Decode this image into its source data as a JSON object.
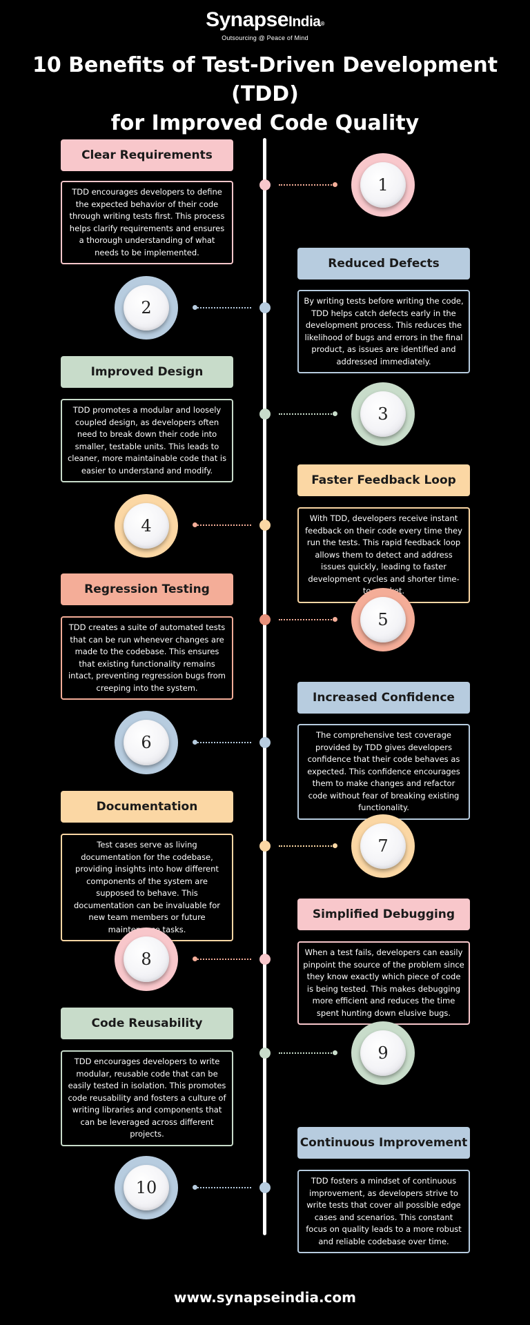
{
  "header": {
    "logo_name": "Synapse",
    "logo_suffix": "India",
    "logo_mark": "®",
    "tagline": "Outsourcing @ Peace of Mind",
    "title_line1": "10 Benefits of Test-Driven Development (TDD)",
    "title_line2": "for Improved Code Quality"
  },
  "colors": {
    "pink": "#f8c7cb",
    "blue": "#b7ccdf",
    "green": "#c8dcca",
    "orange": "#fbd7a4",
    "salmon": "#f4ad98",
    "background": "#000000",
    "spine": "#ffffff"
  },
  "benefits": [
    {
      "number": "1",
      "title": "Clear Requirements",
      "description": "TDD encourages developers to define the expected behavior of their code through writing tests first. This process helps clarify requirements and ensures a thorough understanding of what needs to be implemented."
    },
    {
      "number": "2",
      "title": "Reduced Defects",
      "description": "By writing tests before writing the code, TDD helps catch defects early in the development process. This reduces the likelihood of bugs and errors in the final product, as issues are identified and addressed immediately."
    },
    {
      "number": "3",
      "title": "Improved Design",
      "description": "TDD promotes a modular and loosely coupled design, as developers often need to break down their code into smaller, testable units. This leads to cleaner, more maintainable code that is easier to understand and modify."
    },
    {
      "number": "4",
      "title": "Faster Feedback Loop",
      "description": "With TDD, developers receive instant feedback on their code every time they run the tests. This rapid feedback loop allows them to detect and address issues quickly, leading to faster development cycles and shorter time-to-market."
    },
    {
      "number": "5",
      "title": "Regression Testing",
      "description": "TDD creates a suite of automated tests that can be run whenever changes are made to the codebase. This ensures that existing functionality remains intact, preventing regression bugs from creeping into the system."
    },
    {
      "number": "6",
      "title": "Increased Confidence",
      "description": "The comprehensive test coverage provided by TDD gives developers confidence that their code behaves as expected. This confidence encourages them to make changes and refactor code without fear of breaking existing functionality."
    },
    {
      "number": "7",
      "title": "Documentation",
      "description": "Test cases serve as living documentation for the codebase, providing insights into how different components of the system are supposed to behave. This documentation can be invaluable for new team members or future maintenance tasks."
    },
    {
      "number": "8",
      "title": "Simplified Debugging",
      "description": "When a test fails, developers can easily pinpoint the source of the problem since they know exactly which piece of code is being tested. This makes debugging more efficient and reduces the time spent hunting down elusive bugs."
    },
    {
      "number": "9",
      "title": "Code Reusability",
      "description": "TDD encourages developers to write modular, reusable code that can be easily tested in isolation. This promotes code reusability and fosters a culture of writing libraries and components that can be leveraged across different projects."
    },
    {
      "number": "10",
      "title": "Continuous Improvement",
      "description": "TDD fosters a mindset of continuous improvement, as developers strive to write tests that cover all possible edge cases and scenarios. This constant focus on quality leads to a more robust and reliable codebase over time."
    }
  ],
  "footer": {
    "url": "www.synapseindia.com"
  }
}
